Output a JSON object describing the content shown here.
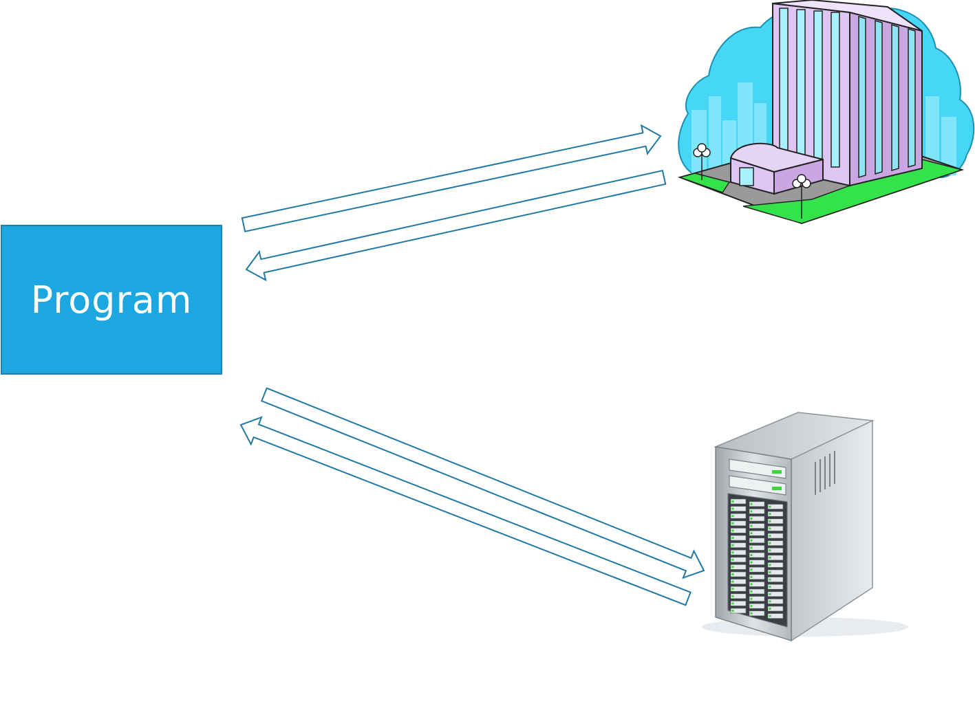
{
  "program": {
    "label": "Program"
  },
  "nodes": [
    {
      "id": "program",
      "shape": "rectangle",
      "color": "#1ca7e0"
    },
    {
      "id": "office-building",
      "icon": "office-building-icon"
    },
    {
      "id": "server",
      "icon": "server-tower-icon"
    }
  ],
  "connections": [
    {
      "from": "program",
      "to": "office-building",
      "style": "hollow-arrow"
    },
    {
      "from": "office-building",
      "to": "program",
      "style": "hollow-arrow"
    },
    {
      "from": "program",
      "to": "server",
      "style": "hollow-arrow"
    },
    {
      "from": "server",
      "to": "program",
      "style": "hollow-arrow"
    }
  ],
  "colors": {
    "box_fill": "#1ca7e0",
    "arrow_stroke": "#1f78a3",
    "sky": "#45d7f5",
    "building_wall": "#d6b8ea",
    "grass": "#34e34b",
    "server_body": "#c8cdd0"
  }
}
